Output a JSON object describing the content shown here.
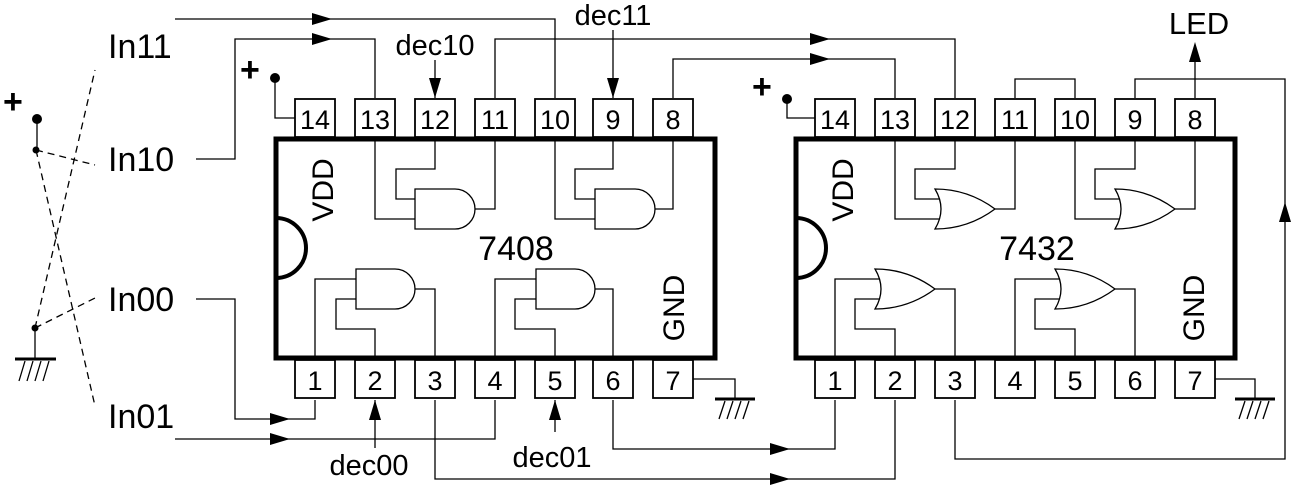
{
  "inputs": {
    "in11": "In11",
    "in10": "In10",
    "in00": "In00",
    "in01": "In01"
  },
  "decoders": {
    "dec10": "dec10",
    "dec11": "dec11",
    "dec00": "dec00",
    "dec01": "dec01"
  },
  "output": {
    "led": "LED"
  },
  "chips": [
    {
      "name": "7408",
      "gate_type": "AND",
      "vdd": "VDD",
      "gnd": "GND",
      "top_pins": [
        "14",
        "13",
        "12",
        "11",
        "10",
        "9",
        "8"
      ],
      "bottom_pins": [
        "1",
        "2",
        "3",
        "4",
        "5",
        "6",
        "7"
      ]
    },
    {
      "name": "7432",
      "gate_type": "OR",
      "vdd": "VDD",
      "gnd": "GND",
      "top_pins": [
        "14",
        "13",
        "12",
        "11",
        "10",
        "9",
        "8"
      ],
      "bottom_pins": [
        "1",
        "2",
        "3",
        "4",
        "5",
        "6",
        "7"
      ]
    }
  ],
  "symbols": {
    "plus": "+"
  }
}
